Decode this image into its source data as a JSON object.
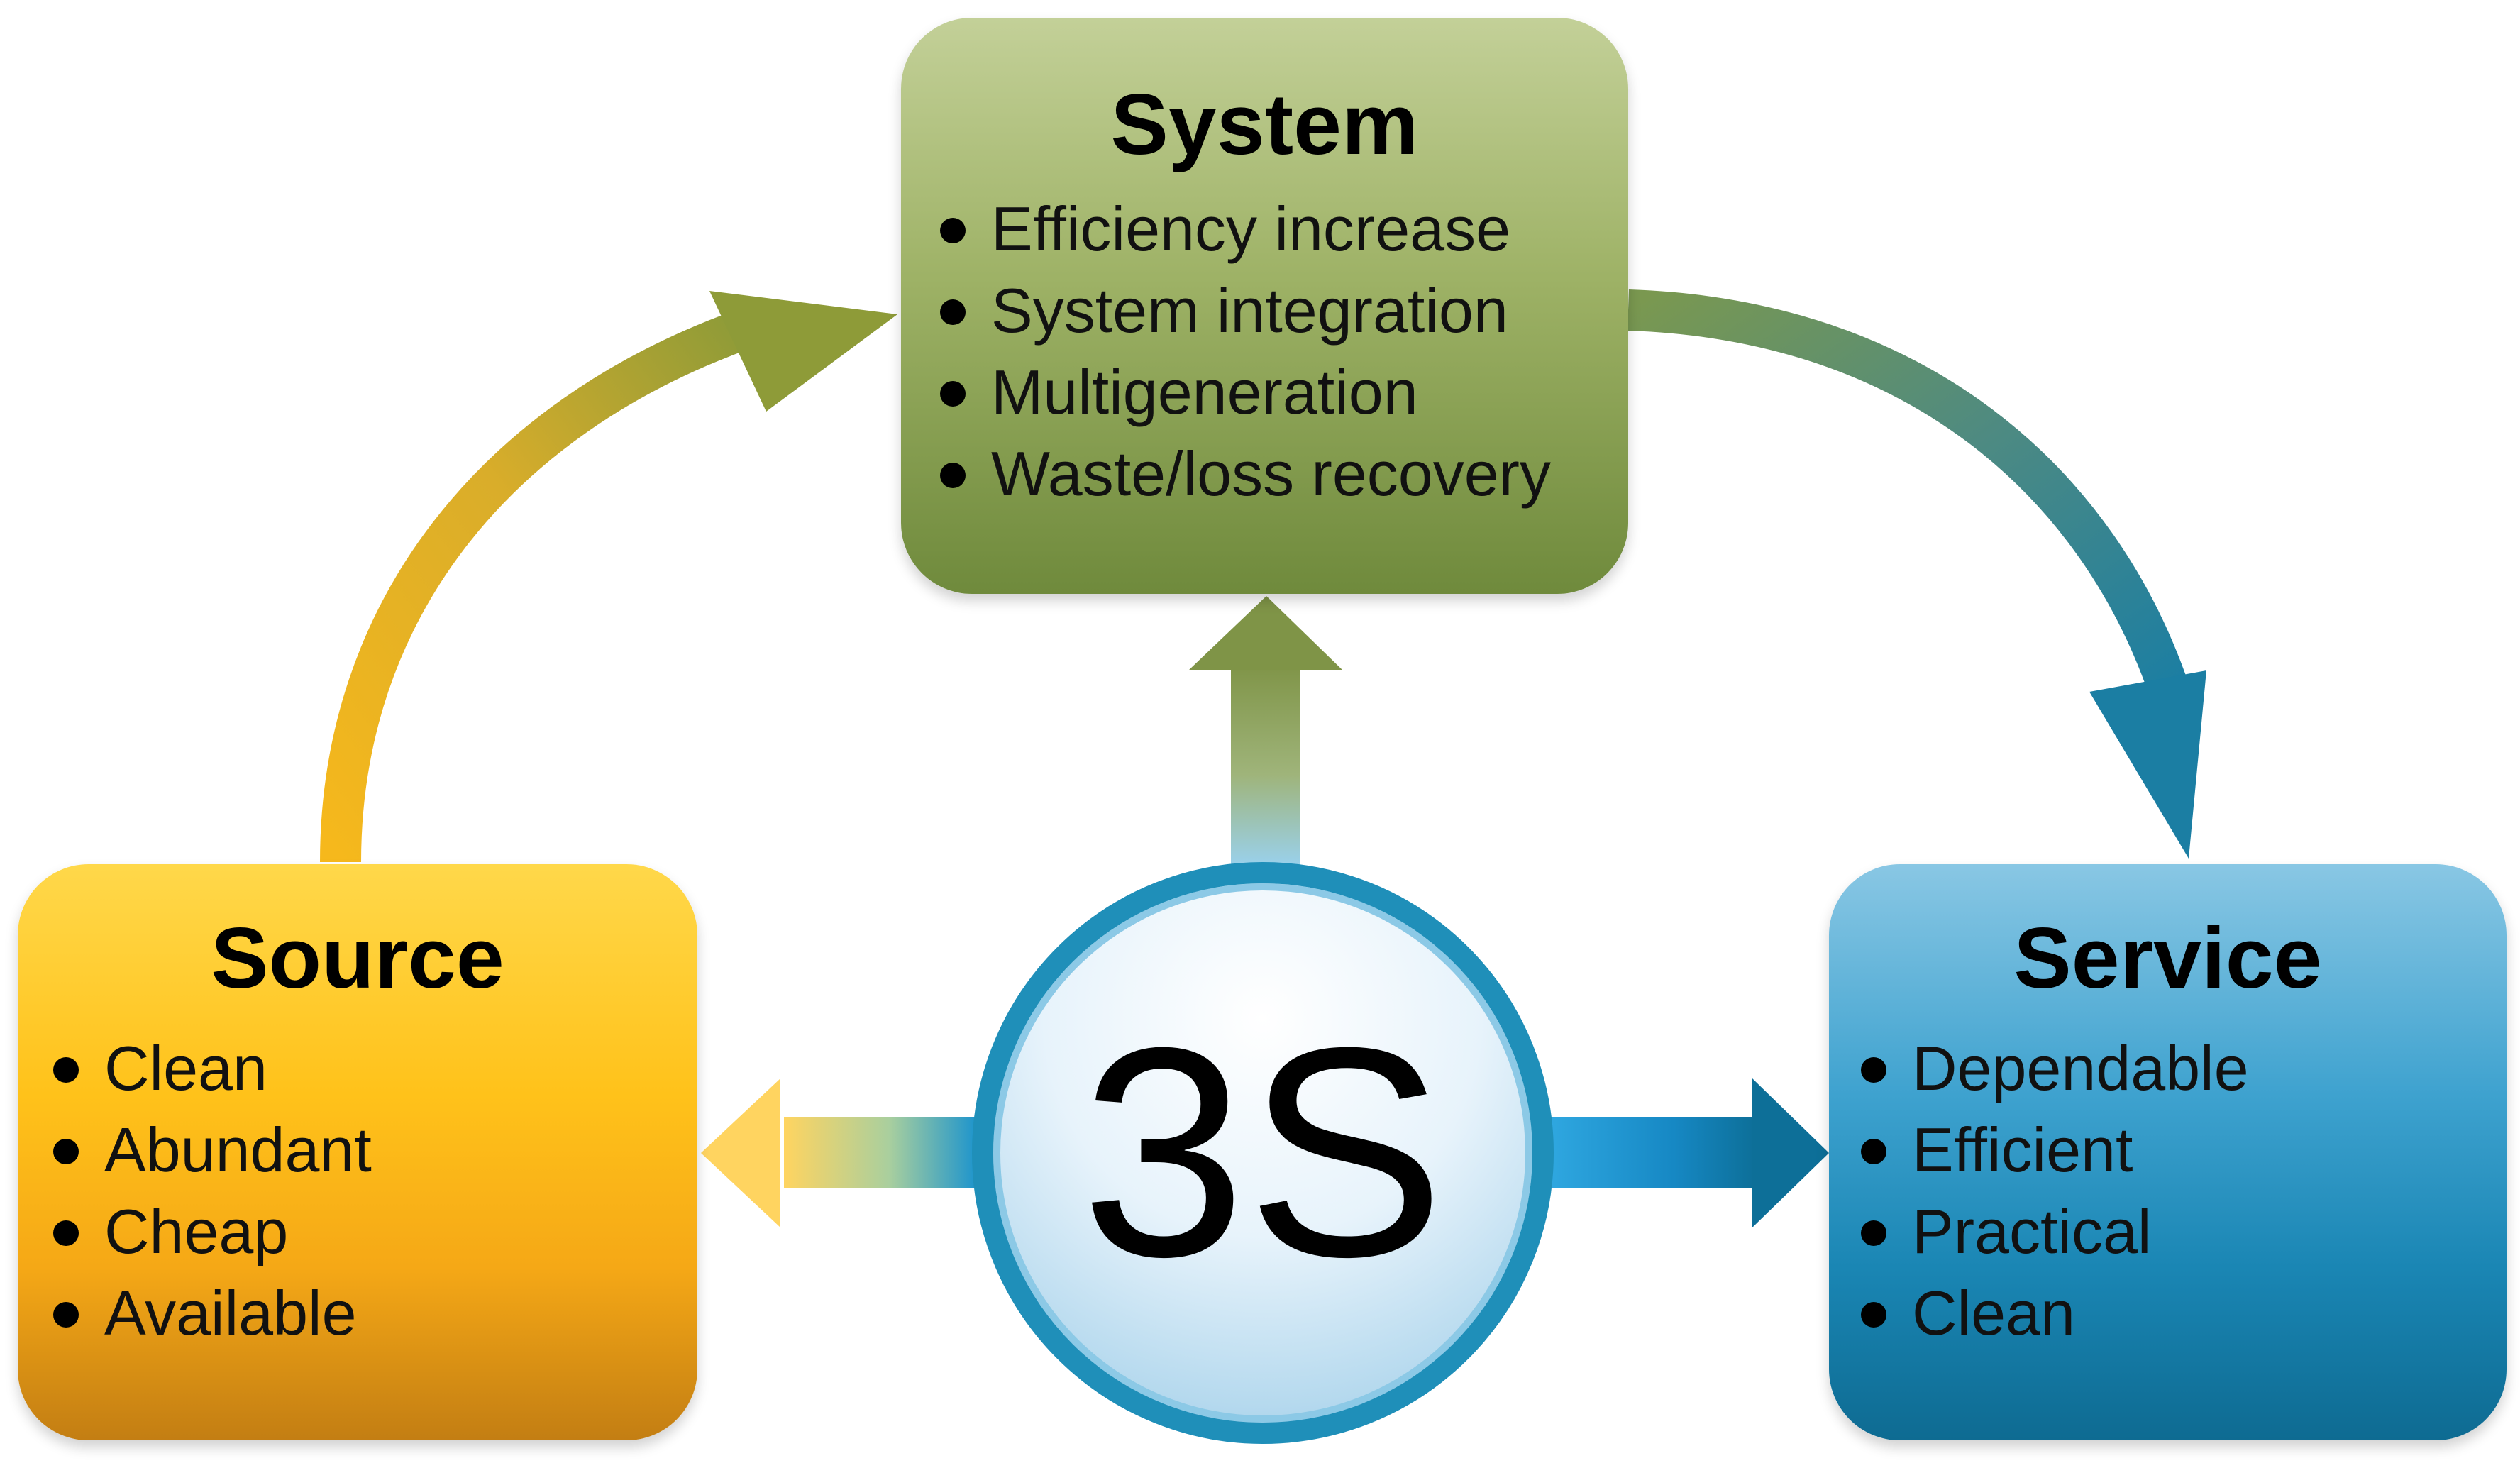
{
  "center": {
    "label": "3S"
  },
  "system": {
    "title": "System",
    "items": [
      "Efficiency increase",
      "System integration",
      "Multigeneration",
      "Waste/loss recovery"
    ]
  },
  "source": {
    "title": "Source",
    "items": [
      "Clean",
      "Abundant",
      "Cheap",
      "Available"
    ]
  },
  "service": {
    "title": "Service",
    "items": [
      "Dependable",
      "Efficient",
      "Practical",
      "Clean"
    ]
  },
  "colors": {
    "source": "#ffc21a",
    "system": "#9eb266",
    "service": "#1a86b4",
    "center_ring": "#1f8fb9"
  }
}
